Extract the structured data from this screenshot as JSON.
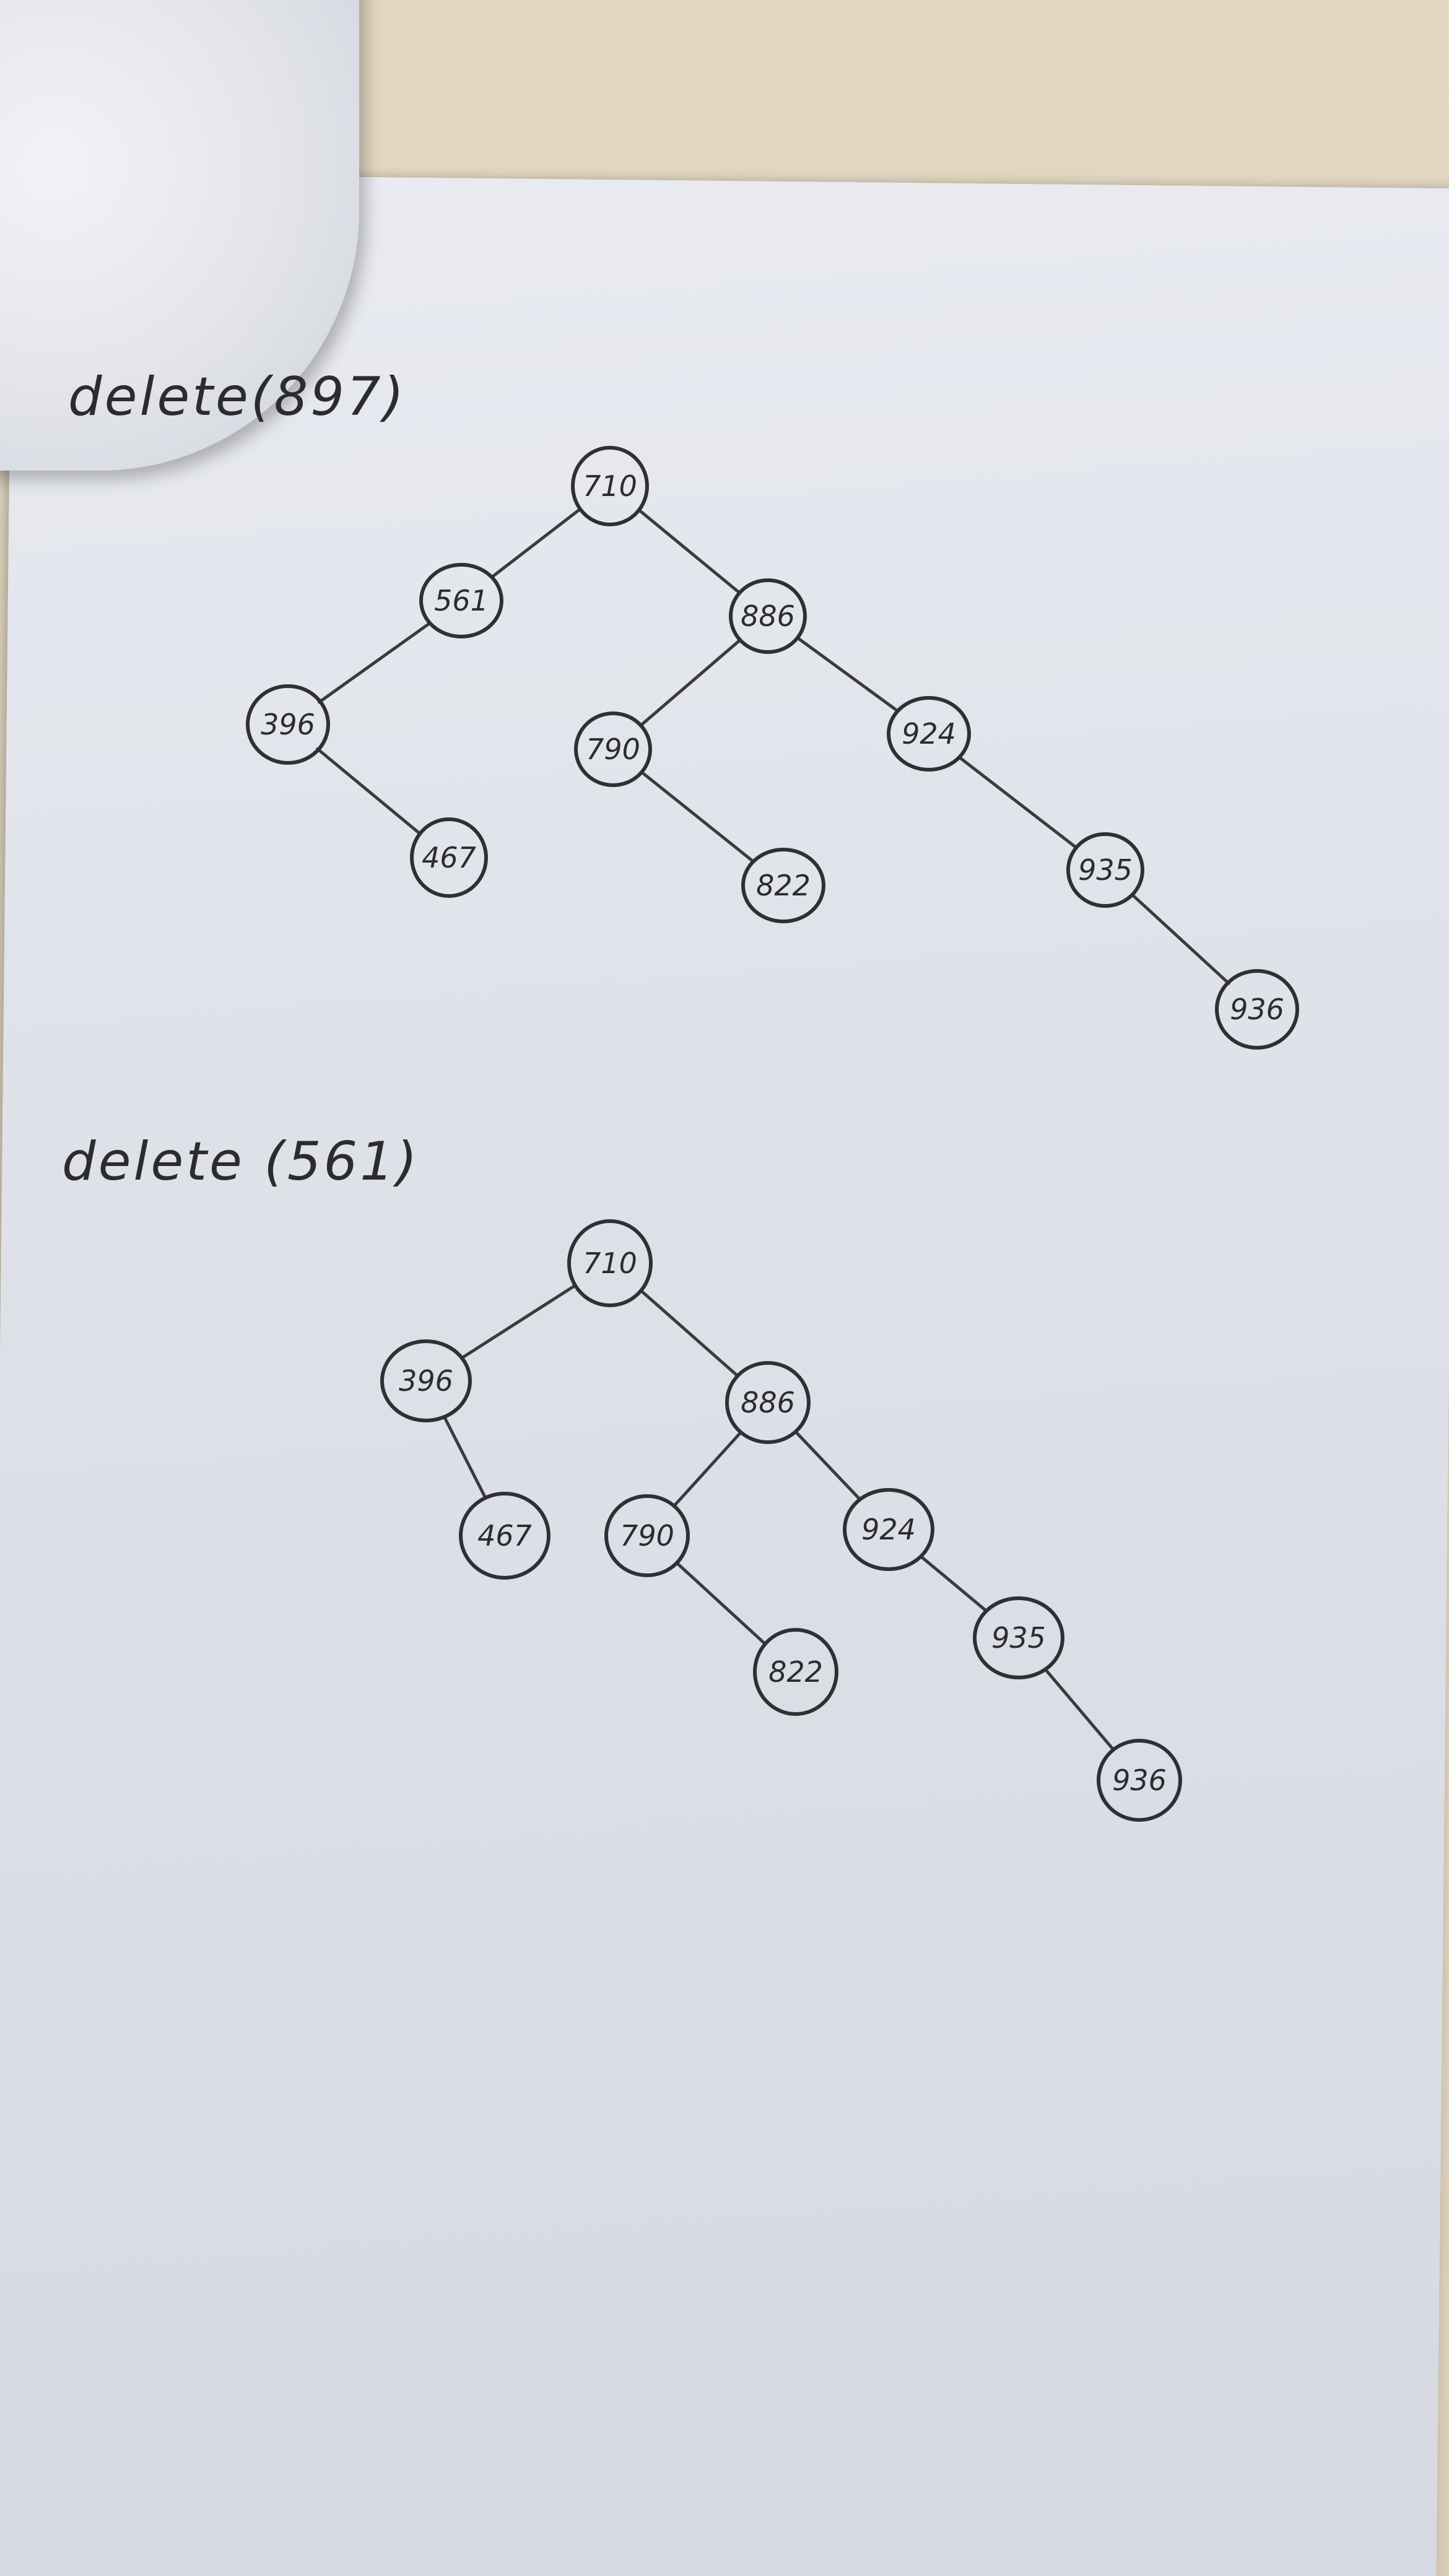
{
  "diagrams": [
    {
      "heading": "delete(897)",
      "nodes": [
        {
          "id": "710",
          "label": "710"
        },
        {
          "id": "561",
          "label": "561"
        },
        {
          "id": "886",
          "label": "886"
        },
        {
          "id": "396",
          "label": "396"
        },
        {
          "id": "790",
          "label": "790"
        },
        {
          "id": "924",
          "label": "924"
        },
        {
          "id": "467",
          "label": "467"
        },
        {
          "id": "822",
          "label": "822"
        },
        {
          "id": "935",
          "label": "935"
        },
        {
          "id": "936",
          "label": "936"
        }
      ],
      "edges": [
        [
          "710",
          "561"
        ],
        [
          "710",
          "886"
        ],
        [
          "561",
          "396"
        ],
        [
          "396",
          "467"
        ],
        [
          "886",
          "790"
        ],
        [
          "886",
          "924"
        ],
        [
          "790",
          "822"
        ],
        [
          "924",
          "935"
        ],
        [
          "935",
          "936"
        ]
      ]
    },
    {
      "heading": "delete (561)",
      "nodes": [
        {
          "id": "710",
          "label": "710"
        },
        {
          "id": "396",
          "label": "396"
        },
        {
          "id": "886",
          "label": "886"
        },
        {
          "id": "467",
          "label": "467"
        },
        {
          "id": "790",
          "label": "790"
        },
        {
          "id": "924",
          "label": "924"
        },
        {
          "id": "822",
          "label": "822"
        },
        {
          "id": "935",
          "label": "935"
        },
        {
          "id": "936",
          "label": "936"
        }
      ],
      "edges": [
        [
          "710",
          "396"
        ],
        [
          "710",
          "886"
        ],
        [
          "396",
          "467"
        ],
        [
          "886",
          "790"
        ],
        [
          "886",
          "924"
        ],
        [
          "790",
          "822"
        ],
        [
          "924",
          "935"
        ],
        [
          "935",
          "936"
        ]
      ]
    }
  ]
}
